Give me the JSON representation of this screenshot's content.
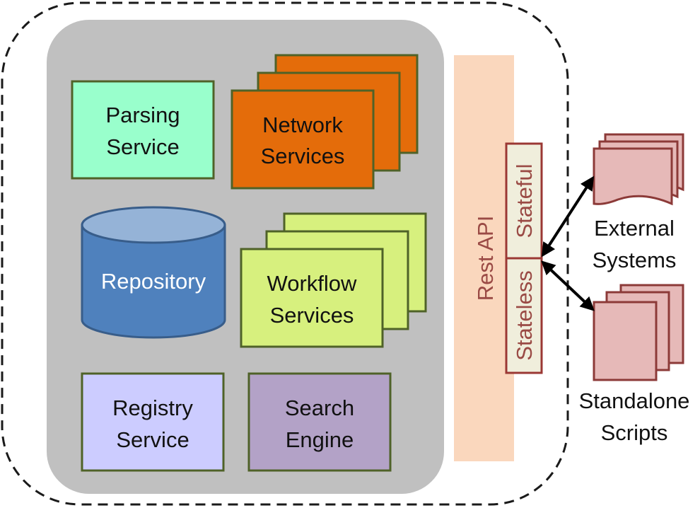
{
  "diagram": {
    "core": {
      "parsing_service": [
        "Parsing",
        "Service"
      ],
      "network_services": [
        "Network",
        "Services"
      ],
      "repository": "Repository",
      "workflow_services": [
        "Workflow",
        "Services"
      ],
      "registry_service": [
        "Registry",
        "Service"
      ],
      "search_engine": [
        "Search",
        "Engine"
      ]
    },
    "api": {
      "label": "Rest API",
      "stateful": "Stateful",
      "stateless": "Stateless"
    },
    "clients": {
      "external_systems": [
        "External",
        "Systems"
      ],
      "standalone_scripts": [
        "Standalone",
        "Scripts"
      ]
    }
  },
  "colors": {
    "parsing_service": "#99ffcc",
    "network_services": "#e46c0a",
    "repository": "#4f81bd",
    "repository_top": "#95b3d7",
    "workflow_services": "#d7f07e",
    "registry_service": "#ccccff",
    "search_engine": "#b3a2c7",
    "core_background": "#c0c0c0",
    "rest_api": "#fad7bd",
    "api_port": "#f0eedc",
    "api_port_border": "#9b3834",
    "client_docs": "#e6b9b8",
    "client_border": "#8c3a38",
    "box_border": "#4f6228"
  }
}
